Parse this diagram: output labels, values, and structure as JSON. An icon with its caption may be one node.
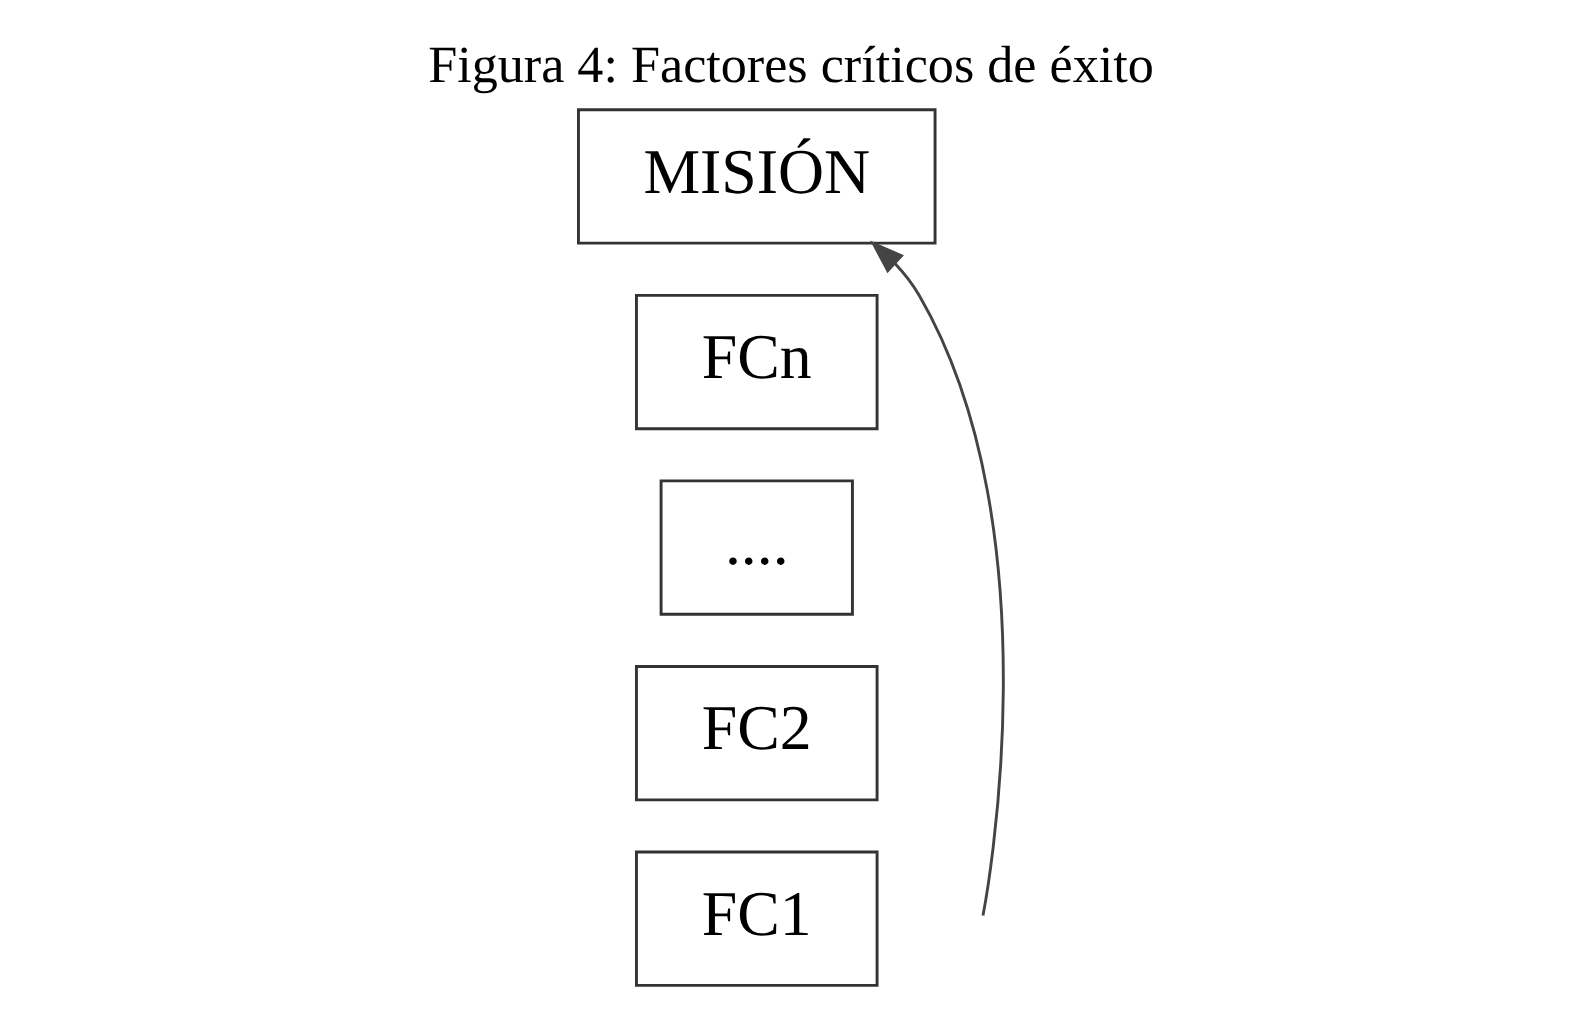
{
  "diagram": {
    "title": "Figura 4: Factores críticos de éxito",
    "nodes": [
      {
        "text": [
          "FC1"
        ]
      },
      {
        "text": [
          "FC2"
        ]
      },
      {
        "text": [
          "...."
        ]
      },
      {
        "text": [
          "FCn"
        ]
      },
      {
        "text": [
          "MISIÓN"
        ]
      }
    ],
    "edges": [
      {
        "from": null,
        "to": 4,
        "arrow": "to"
      }
    ]
  }
}
